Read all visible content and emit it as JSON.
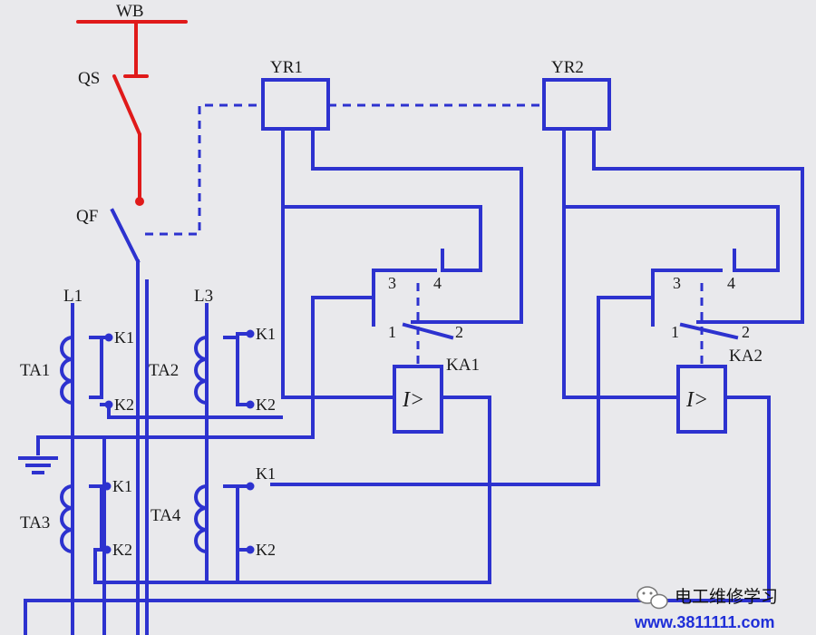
{
  "colors": {
    "background": "#e9e9ec",
    "wire": "#2d32cf",
    "power": "#e01a1a",
    "text": "#1a1a1a",
    "watermark_url": "#1f2fd8"
  },
  "labels": {
    "wb": "WB",
    "qs": "QS",
    "qf": "QF",
    "yr1": "YR1",
    "yr2": "YR2",
    "l1": "L1",
    "l3": "L3",
    "ta1": "TA1",
    "ta2": "TA2",
    "ta3": "TA3",
    "ta4": "TA4",
    "ka1": "KA1",
    "ka2": "KA2",
    "k1": "K1",
    "k2": "K2",
    "contact1": "1",
    "contact2": "2",
    "contact3": "3",
    "contact4": "4",
    "relay_symbol": "I>"
  },
  "watermark": {
    "name": "电工维修学习",
    "url": "www.3811111.com",
    "icon": "wechat-icon"
  }
}
